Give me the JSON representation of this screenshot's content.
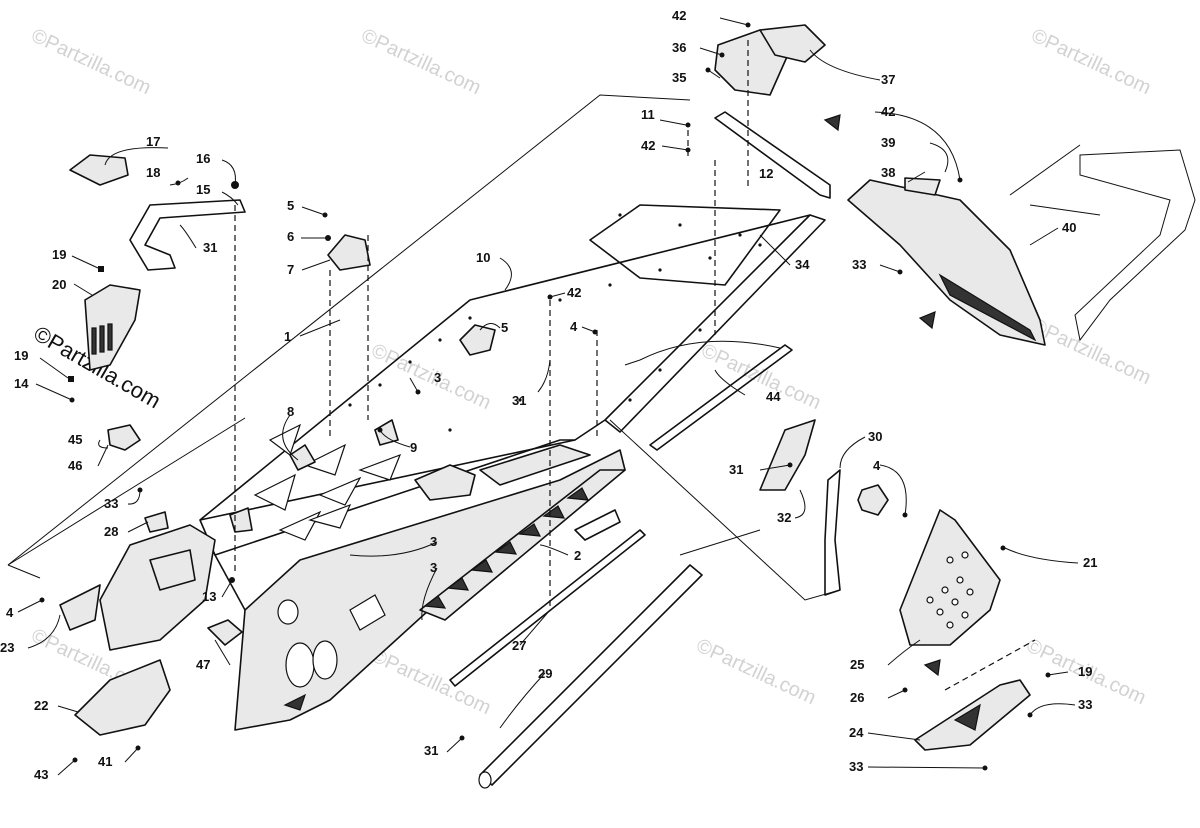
{
  "watermarks": {
    "site": "©Partzilla.com"
  },
  "callouts": [
    "1",
    "2",
    "3",
    "3",
    "3",
    "4",
    "4",
    "4",
    "4",
    "4",
    "5",
    "5",
    "6",
    "7",
    "8",
    "9",
    "10",
    "11",
    "12",
    "13",
    "14",
    "15",
    "16",
    "17",
    "18",
    "19",
    "19",
    "19",
    "20",
    "21",
    "22",
    "23",
    "24",
    "25",
    "26",
    "27",
    "28",
    "29",
    "30",
    "31",
    "31",
    "31",
    "31",
    "31",
    "32",
    "33",
    "33",
    "33",
    "33",
    "34",
    "35",
    "36",
    "37",
    "38",
    "39",
    "40",
    "41",
    "42",
    "42",
    "42",
    "42",
    "43",
    "44",
    "45",
    "46",
    "47"
  ],
  "colors": {
    "ink": "#111111",
    "watermark": "#d2d2d2",
    "background": "#ffffff"
  }
}
